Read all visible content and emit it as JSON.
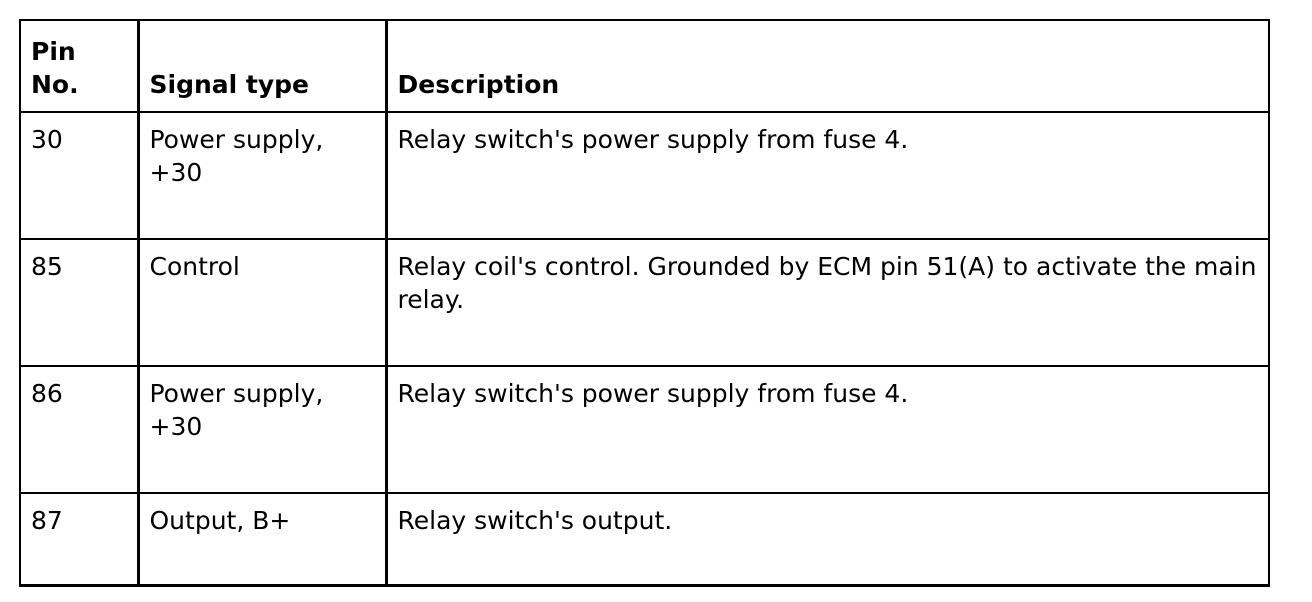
{
  "table": {
    "headers": {
      "pin": "Pin No.",
      "signal": "Signal type",
      "description": "Description"
    },
    "rows": [
      {
        "pin": "30",
        "signal": "Power supply, +30",
        "description": "Relay switch's power supply from fuse 4."
      },
      {
        "pin": "85",
        "signal": "Control",
        "description": "Relay coil's control. Grounded by ECM pin 51(A) to activate the main relay."
      },
      {
        "pin": "86",
        "signal": "Power supply, +30",
        "description": "Relay switch's power supply from fuse 4."
      },
      {
        "pin": "87",
        "signal": "Output, B+",
        "description": "Relay switch's output."
      }
    ]
  }
}
